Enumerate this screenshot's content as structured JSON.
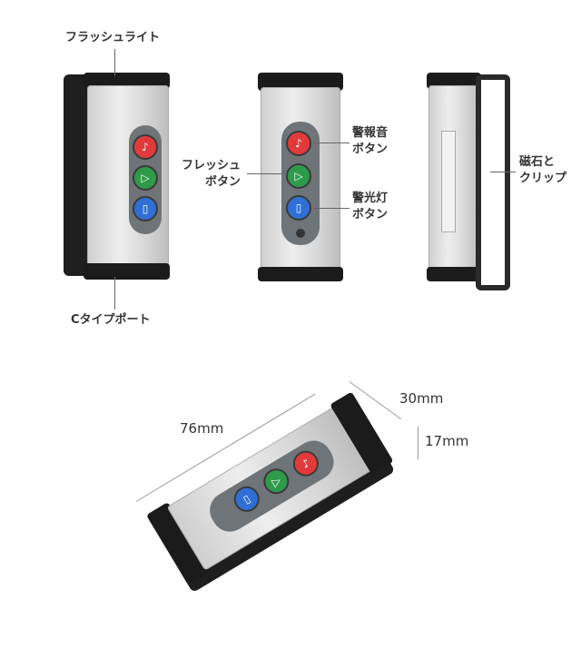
{
  "labels": {
    "flashlight": "フラッシュライト",
    "usb_c_port": "Cタイプポート",
    "flash_button": [
      "フレッシュ",
      "ボタン"
    ],
    "alarm_button": [
      "警報音",
      "ボタン"
    ],
    "warning_light_button": [
      "警光灯",
      "ボタン"
    ],
    "magnet_clip": [
      "磁石と",
      "クリップ"
    ]
  },
  "dimensions": {
    "length": "76mm",
    "width": "30mm",
    "depth": "17mm"
  },
  "colors": {
    "alarm": "#e23a3a",
    "flash": "#2e9a4a",
    "warning": "#2f6fd6"
  }
}
